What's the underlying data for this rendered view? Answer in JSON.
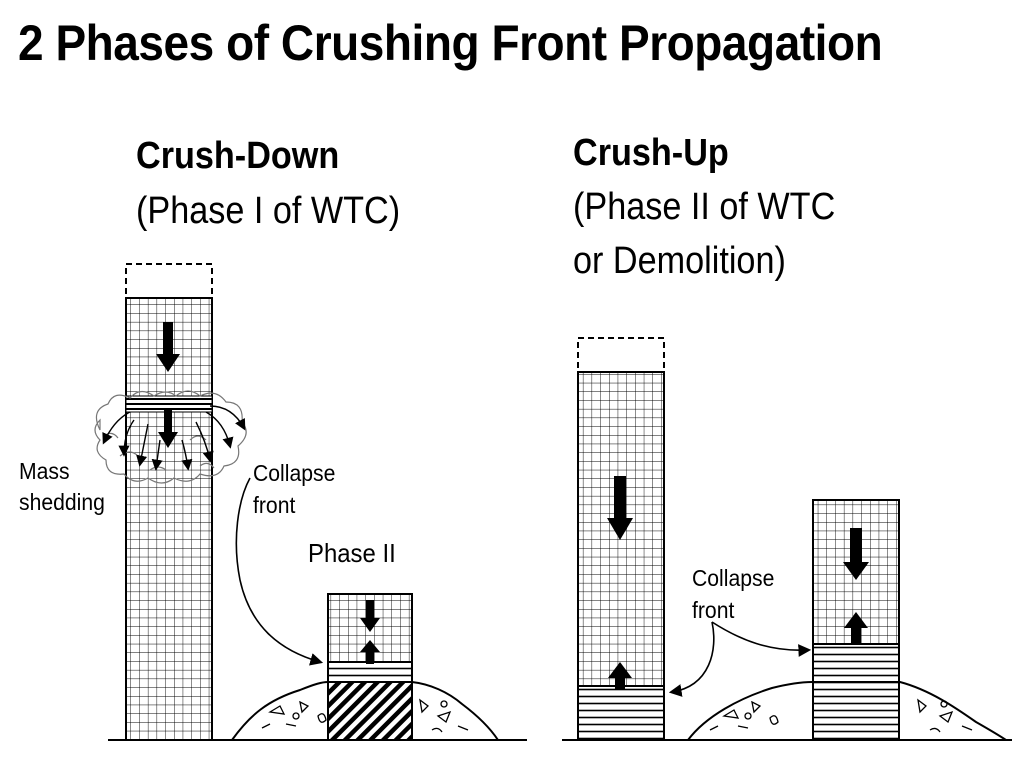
{
  "title": "2 Phases of Crushing Front Propagation",
  "left": {
    "heading": "Crush-Down",
    "subheading": "(Phase I of WTC)",
    "mass_shedding": [
      "Mass",
      "shedding"
    ],
    "collapse_front": [
      "Collapse",
      "front"
    ],
    "phase_label": "Phase II"
  },
  "right": {
    "heading": "Crush-Up",
    "subheading_lines": [
      "(Phase II of WTC",
      "or Demolition)"
    ],
    "collapse_front": [
      "Collapse",
      "front"
    ]
  }
}
